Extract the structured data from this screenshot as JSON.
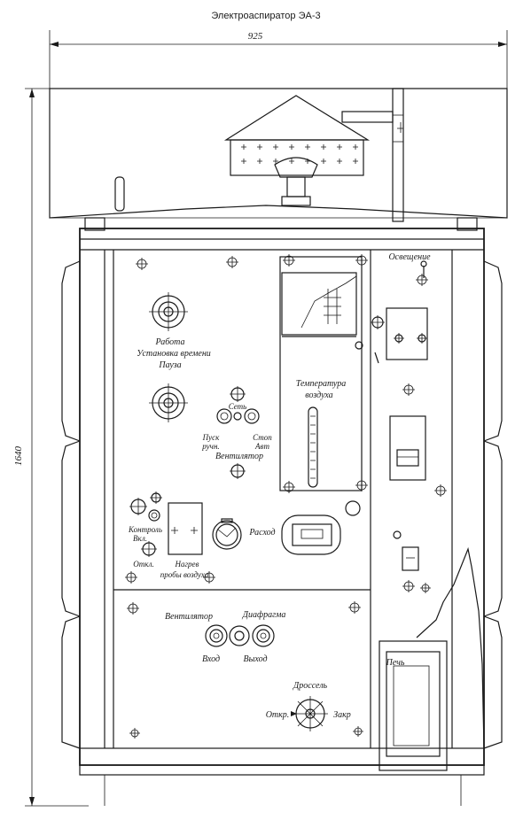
{
  "title": "Электроаспиратор ЭА-3",
  "dimensions": {
    "width": "925",
    "height": "1640"
  },
  "labels": {
    "lighting": "Освещение",
    "work": "Работа",
    "time_setting": "Установка времени",
    "pause": "Пауза",
    "network": "Сеть",
    "start_manual_1": "Пуск",
    "start_manual_2": "ручн.",
    "stop_auto_1": "Стоп",
    "stop_auto_2": "Авт",
    "fan_control": "Вентилятор",
    "air_temp_1": "Температура",
    "air_temp_2": "воздуха",
    "control_1": "Контроль",
    "control_2": "Вкл.",
    "off": "Откл.",
    "heating_1": "Нагрев",
    "heating_2": "пробы воздуха",
    "flow": "Расход",
    "fan": "Вентилятор",
    "diaphragm": "Диафрагма",
    "inlet": "Вход",
    "outlet": "Выход",
    "throttle": "Дроссель",
    "open": "Откр.",
    "close": "Закр",
    "oven": "Печь"
  }
}
